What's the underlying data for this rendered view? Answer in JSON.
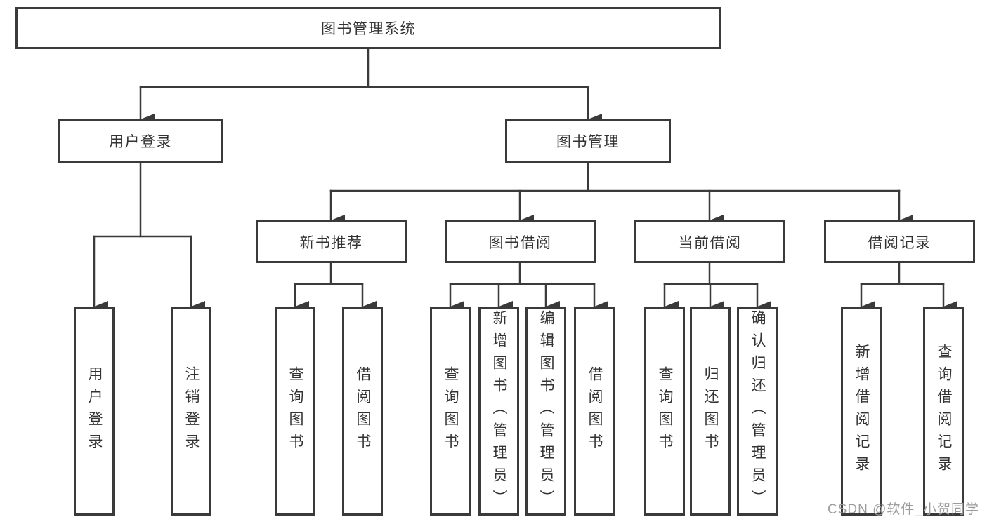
{
  "diagram_type": "tree",
  "colors": {
    "line": "#3a3a3a",
    "text": "#333333",
    "background": "#ffffff",
    "watermark": "#9c9c9c"
  },
  "tree": {
    "root": "图书管理系统",
    "level2": {
      "user_login": "用户登录",
      "book_management": "图书管理"
    },
    "level3": {
      "new_book_recommend": "新书推荐",
      "book_borrowing": "图书借阅",
      "current_borrowing": "当前借阅",
      "borrowing_records": "借阅记录"
    },
    "leaves": {
      "login": "用户登录",
      "logout": "注销登录",
      "recommend_query_books": "查询图书",
      "recommend_borrow_books": "借阅图书",
      "borrowing_query_books": "查询图书",
      "borrowing_add_books": "新增图书（管理员）",
      "borrowing_edit_books": "编辑图书（管理员）",
      "borrowing_borrow_books": "借阅图书",
      "current_query_books": "查询图书",
      "current_return_books": "归还图书",
      "current_confirm_return": "确认归还（管理员）",
      "records_add_record": "新增借阅记录",
      "records_query_record": "查询借阅记录"
    }
  },
  "watermark": "CSDN @软件_小贺同学"
}
